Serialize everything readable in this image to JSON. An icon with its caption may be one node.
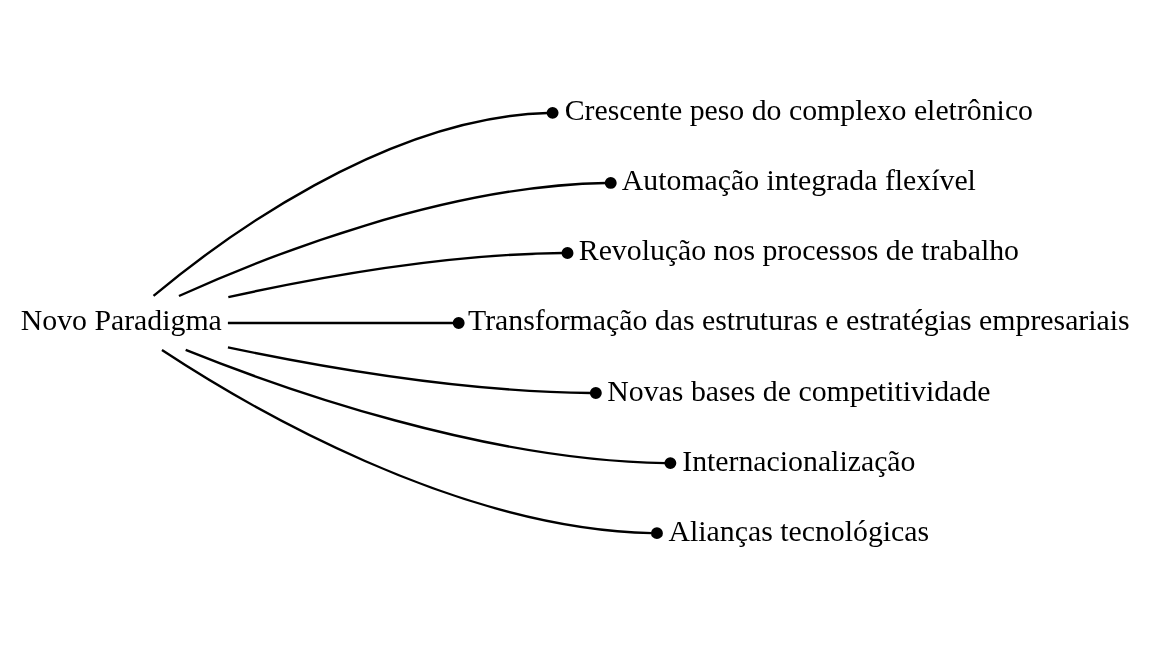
{
  "diagram": {
    "nodes": [
      {
        "text": [
          "Novo Paradigma"
        ]
      },
      {
        "text": [
          "Crescente peso do complexo eletrônico"
        ]
      },
      {
        "text": [
          "Automação integrada flexível"
        ]
      },
      {
        "text": [
          "Revolução nos processos de trabalho"
        ]
      },
      {
        "text": [
          "Transformação das estruturas e estratégias empresariais"
        ]
      },
      {
        "text": [
          "Novas bases de competitividade"
        ]
      },
      {
        "text": [
          "Internacionalização"
        ]
      },
      {
        "text": [
          "Alianças tecnológicas"
        ]
      }
    ],
    "edges": [
      {
        "from": 0,
        "to": 1,
        "arrow": "other"
      },
      {
        "from": 0,
        "to": 2,
        "arrow": "other"
      },
      {
        "from": 0,
        "to": 3,
        "arrow": "other"
      },
      {
        "from": 0,
        "to": 4,
        "arrow": "other"
      },
      {
        "from": 0,
        "to": 5,
        "arrow": "other"
      },
      {
        "from": 0,
        "to": 6,
        "arrow": "other"
      },
      {
        "from": 0,
        "to": 7,
        "arrow": "other"
      }
    ]
  }
}
